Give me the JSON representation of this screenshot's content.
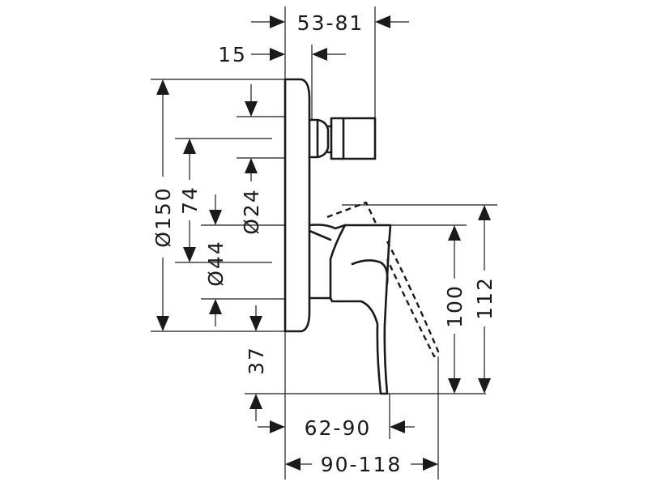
{
  "dimensions": {
    "top_width": "53-81",
    "plate_gap": "15",
    "plate_diameter": "Ø150",
    "center_offset": "74",
    "port_diameter": "Ø24",
    "hub_diameter": "Ø44",
    "bottom_offset": "37",
    "handle_height": "100",
    "total_height": "112",
    "lever_reach": "62-90",
    "total_depth": "90-118"
  }
}
